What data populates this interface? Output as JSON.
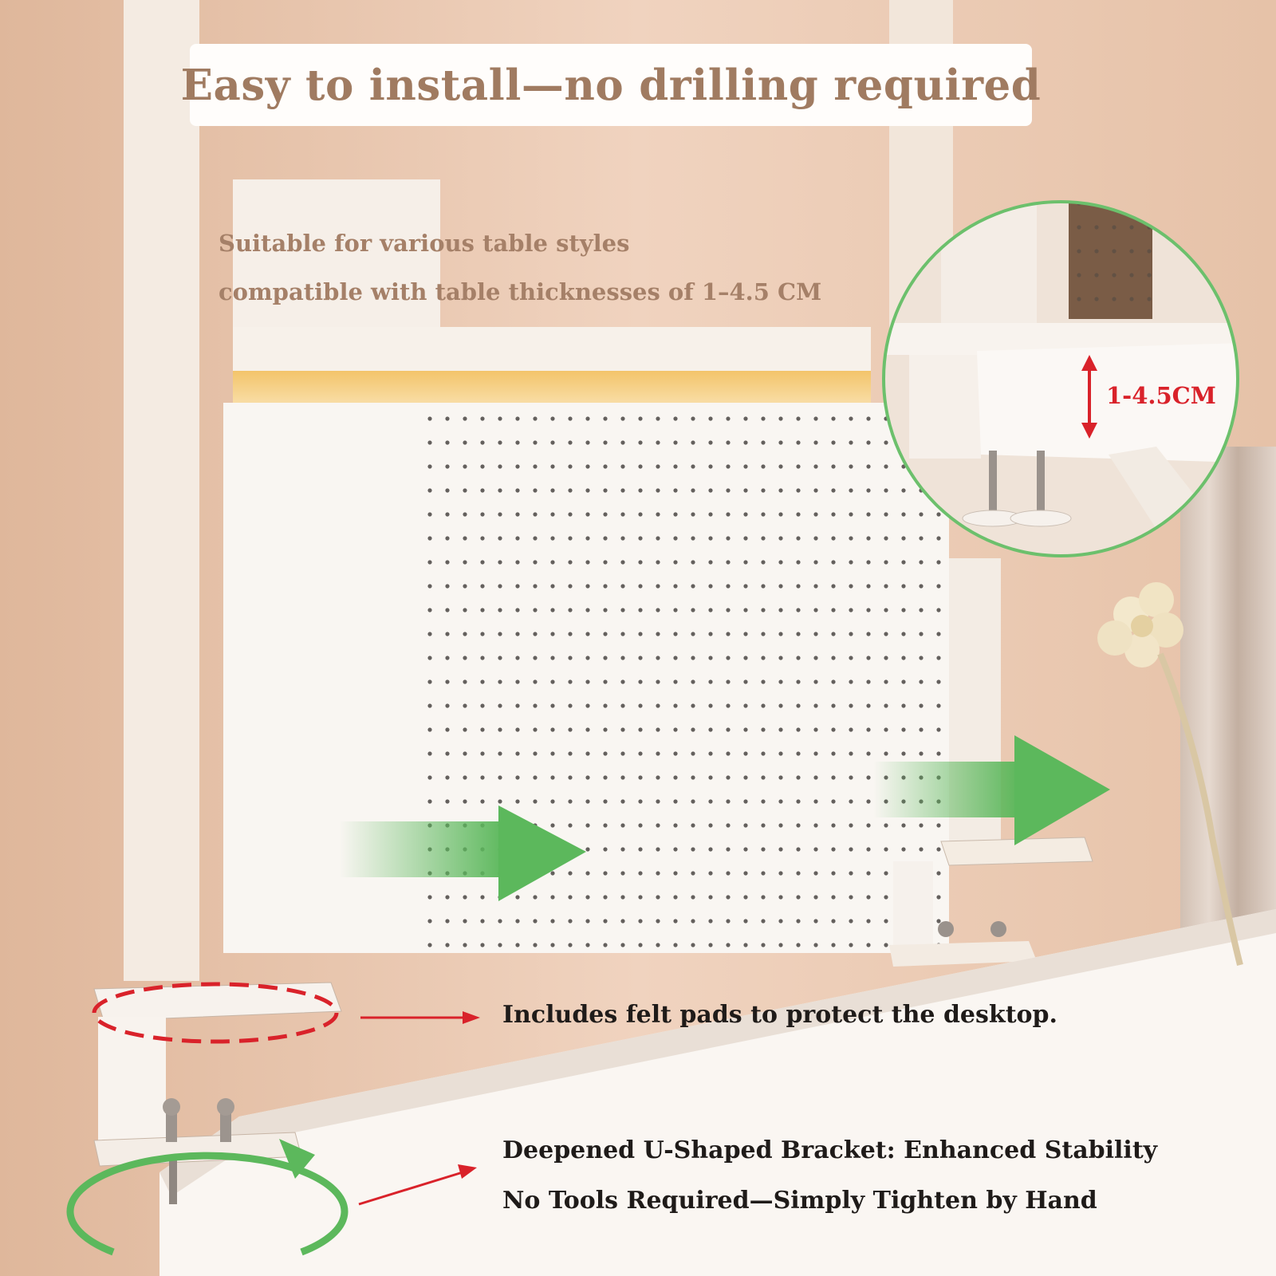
{
  "header": {
    "title": "Easy to install—no drilling required"
  },
  "compatibility": {
    "line1": "Suitable for various table styles",
    "line2": "compatible with table thicknesses of 1–4.5 CM"
  },
  "inset": {
    "thickness_label": "1-4.5CM"
  },
  "features": {
    "felt_pads": "Includes felt pads to protect the desktop.",
    "bracket": "Deepened U-Shaped Bracket: Enhanced Stability",
    "tighten": "No Tools Required—Simply Tighten by Hand"
  },
  "colors": {
    "title_text": "#a07b61",
    "arrow_green": "#5cb85c",
    "highlight_red": "#d9222a",
    "inset_border": "#6cc06c"
  },
  "icons": [
    "right-arrow-icon",
    "rotate-arrow-icon",
    "dashed-ellipse-highlight"
  ]
}
